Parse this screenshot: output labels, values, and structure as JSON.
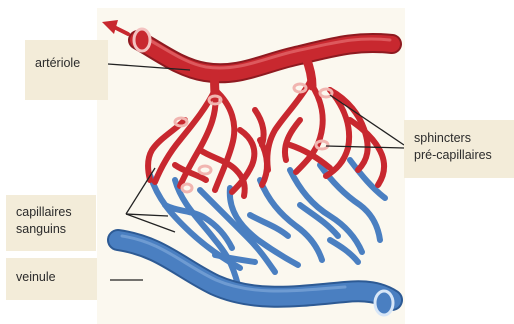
{
  "labels": {
    "arteriole": "artériole",
    "sphincters_line1": "sphincters",
    "sphincters_line2": "pré-capillaires",
    "capillaires_line1": "capillaires",
    "capillaires_line2": "sanguins",
    "veinule": "veinule"
  },
  "colors": {
    "artery": "#c8282f",
    "artery_shadow": "#8e1a20",
    "vein": "#4a7fc1",
    "vein_shadow": "#2d5a94",
    "sphincter": "#f1b5b0",
    "label_bg": "#f3ecd9",
    "panel_bg": "#fbf8ef",
    "leader": "#222222"
  }
}
